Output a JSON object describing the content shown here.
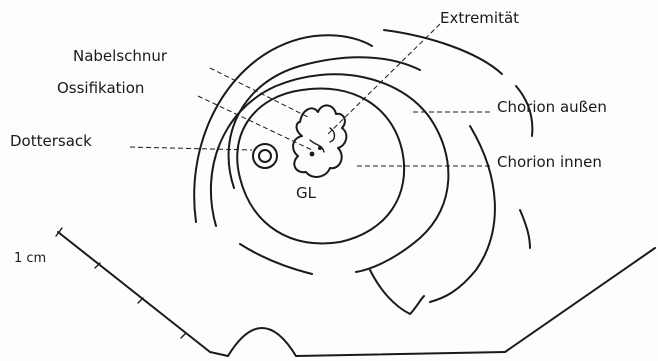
{
  "labels": {
    "extremitaet": "Extremität",
    "nabelschnur": "Nabelschnur",
    "ossifikation": "Ossifikation",
    "dottersack": "Dottersack",
    "chorion_aussen": "Chorion außen",
    "chorion_innen": "Chorion innen",
    "gl": "GL",
    "scale": "1 cm"
  }
}
